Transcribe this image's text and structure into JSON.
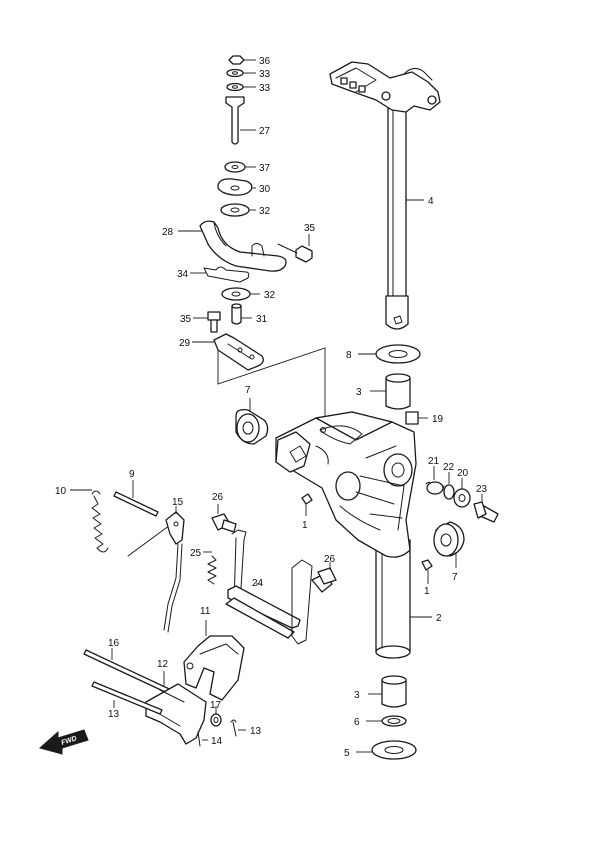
{
  "callouts": {
    "c36": "36",
    "c33a": "33",
    "c33b": "33",
    "c27": "27",
    "c37": "37",
    "c30": "30",
    "c32a": "32",
    "c28": "28",
    "c35a": "35",
    "c34": "34",
    "c32b": "32",
    "c35b": "35",
    "c31": "31",
    "c29": "29",
    "c4": "4",
    "c8": "8",
    "c3a": "3",
    "c19": "19",
    "c7a": "7",
    "c21": "21",
    "c22": "22",
    "c20": "20",
    "c23": "23",
    "c10": "10",
    "c9": "9",
    "c15": "15",
    "c26a": "26",
    "c1a": "1",
    "c25": "25",
    "c24": "24",
    "c26b": "26",
    "c7b": "7",
    "c1b": "1",
    "c11": "11",
    "c2": "2",
    "c16": "16",
    "c12": "12",
    "c13a": "13",
    "c17": "17",
    "c13b": "13",
    "c14": "14",
    "c3b": "3",
    "c6": "6",
    "c5": "5"
  },
  "fwd_label": "FWD"
}
